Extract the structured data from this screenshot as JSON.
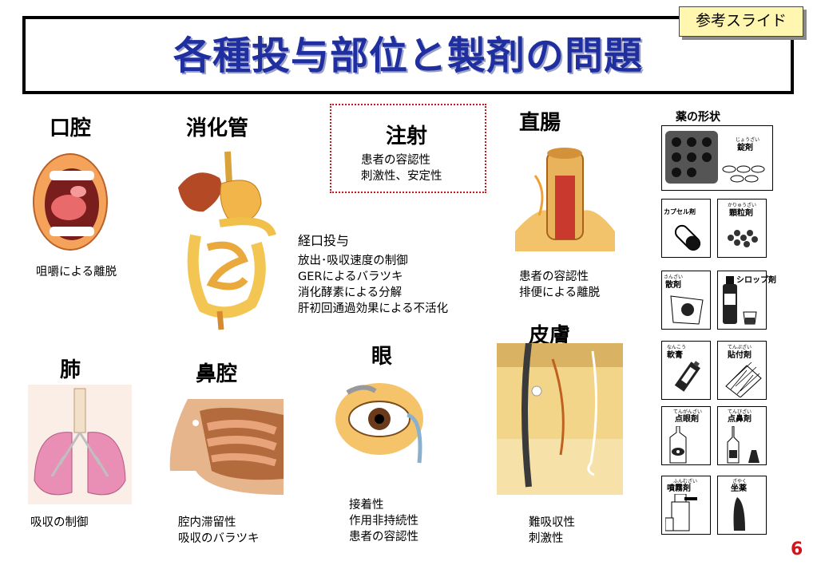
{
  "badge": "参考スライド",
  "title": "各種投与部位と製剤の問題",
  "sections": {
    "oral_cavity": {
      "heading": "口腔",
      "notes": [
        "咀嚼による離脱"
      ]
    },
    "digestive": {
      "heading": "消化管"
    },
    "injection": {
      "heading": "注射",
      "notes": [
        "患者の容認性",
        "刺激性、安定性"
      ]
    },
    "rectum": {
      "heading": "直腸",
      "notes": [
        "患者の容認性",
        "排便による離脱"
      ]
    },
    "oral_admin": {
      "heading": "経口投与",
      "notes": [
        "放出･吸収速度の制御",
        "GERによるバラツキ",
        "消化酵素による分解",
        "肝初回通過効果による不活化"
      ]
    },
    "lung": {
      "heading": "肺",
      "notes": [
        "吸収の制御"
      ]
    },
    "nasal": {
      "heading": "鼻腔",
      "notes": [
        "腔内滞留性",
        "吸収のバラツキ"
      ]
    },
    "eye": {
      "heading": "眼",
      "notes": [
        "接着性",
        "作用非持続性",
        "患者の容認性"
      ]
    },
    "skin": {
      "heading": "皮膚",
      "notes": [
        "難吸収性",
        "刺激性"
      ]
    }
  },
  "forms": {
    "title": "薬の形状",
    "items": [
      {
        "label": "錠剤",
        "ruby": "じょうざい"
      },
      {
        "label": "カプセル剤",
        "ruby": ""
      },
      {
        "label": "顆粒剤",
        "ruby": "かりゅうざい"
      },
      {
        "label": "散剤",
        "ruby": "さんざい"
      },
      {
        "label": "シロップ剤",
        "ruby": ""
      },
      {
        "label": "軟膏",
        "ruby": "なんこう"
      },
      {
        "label": "貼付剤",
        "ruby": "てんぷざい"
      },
      {
        "label": "点眼剤",
        "ruby": "てんがんざい"
      },
      {
        "label": "点鼻剤",
        "ruby": "てんびざい"
      },
      {
        "label": "噴霧剤",
        "ruby": "ふんむざい"
      },
      {
        "label": "坐薬",
        "ruby": "ざやく"
      }
    ]
  },
  "page_number": "6",
  "colors": {
    "title": "#1f2fa0",
    "accent_red": "#d0161d",
    "badge_bg": "#fff6b0"
  }
}
